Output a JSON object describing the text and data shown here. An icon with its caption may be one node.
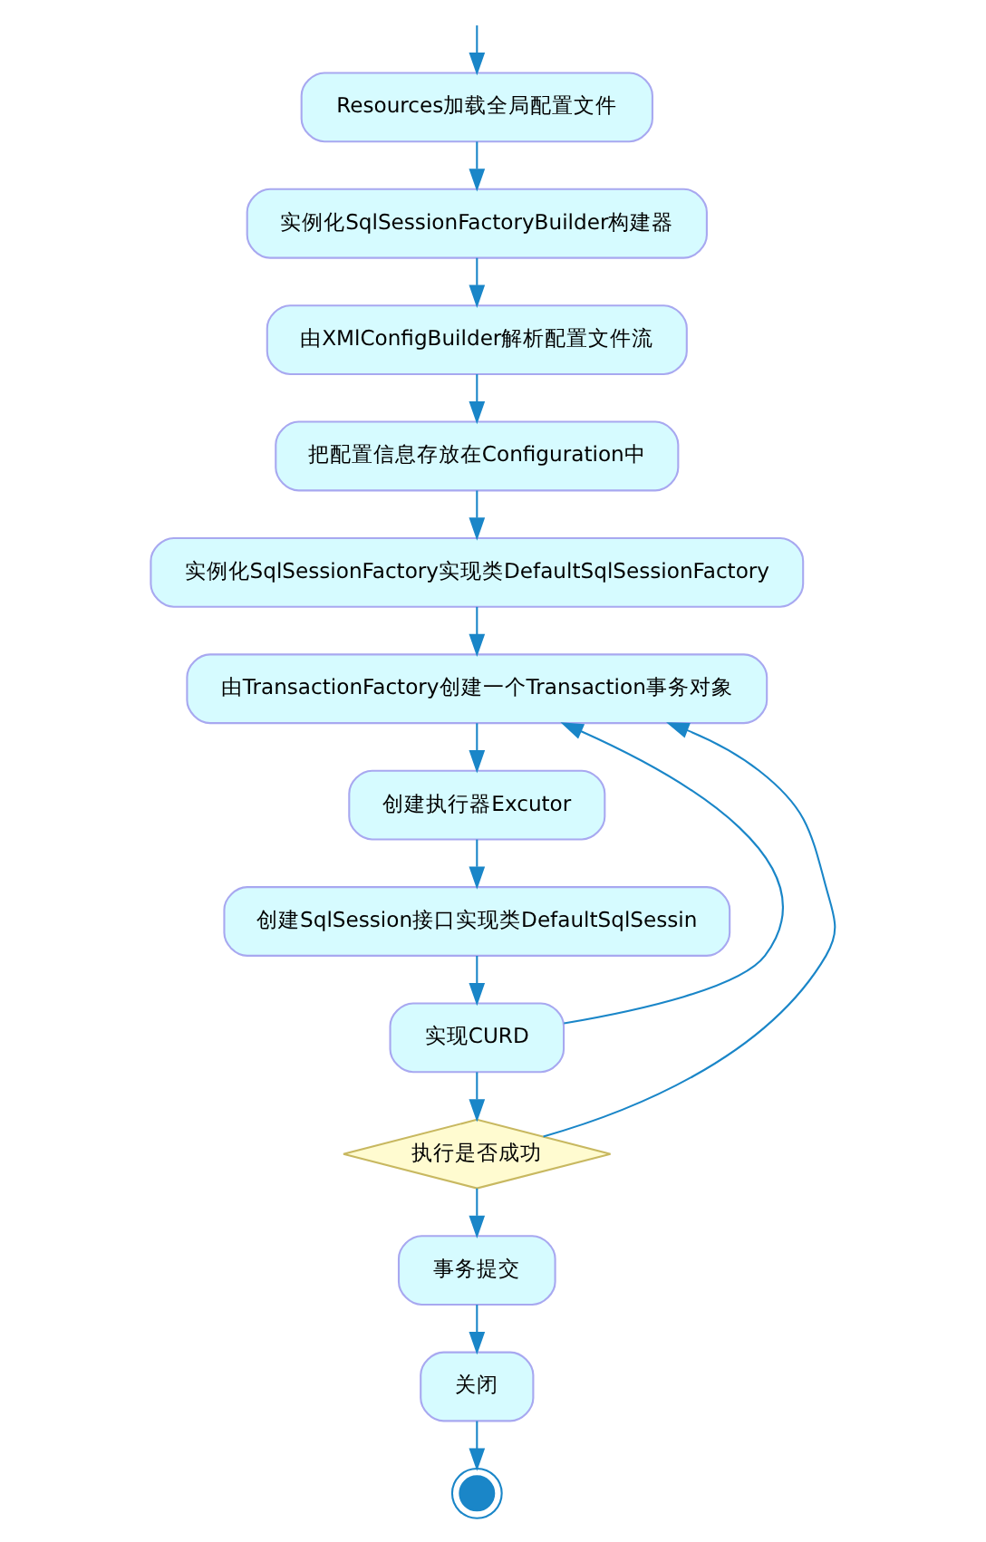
{
  "diagram": {
    "nodes": [
      {
        "text": [
          "Resources加载全局配置文件"
        ]
      },
      {
        "text": [
          "实例化SqlSessionFactoryBuilder构建器"
        ]
      },
      {
        "text": [
          "由XMlConfigBuilder解析配置文件流"
        ]
      },
      {
        "text": [
          "把配置信息存放在Configuration中"
        ]
      },
      {
        "text": [
          "实例化SqlSessionFactory实现类DefaultSqlSessionFactory"
        ]
      },
      {
        "text": [
          "由TransactionFactory创建一个Transaction事务对象"
        ]
      },
      {
        "text": [
          "创建执行器Excutor"
        ]
      },
      {
        "text": [
          "创建SqlSession接口实现类DefaultSqlSessin"
        ]
      },
      {
        "text": [
          "实现CURD"
        ]
      },
      {
        "text": [
          "执行是否成功"
        ]
      },
      {
        "text": [
          "事务提交"
        ]
      },
      {
        "text": [
          "关闭"
        ]
      },
      {
        "text": [],
        "shape": "circle"
      }
    ],
    "edges": [
      {
        "from": null,
        "to": 0,
        "arrow": "to"
      },
      {
        "from": 0,
        "to": 1,
        "arrow": "to"
      },
      {
        "from": 1,
        "to": 2,
        "arrow": "to"
      },
      {
        "from": 2,
        "to": 3,
        "arrow": "to"
      },
      {
        "from": 3,
        "to": 4,
        "arrow": "to"
      },
      {
        "from": 4,
        "to": 5,
        "arrow": "to"
      },
      {
        "from": 5,
        "to": 6,
        "arrow": "to"
      },
      {
        "from": 6,
        "to": 7,
        "arrow": "to"
      },
      {
        "from": 7,
        "to": 8,
        "arrow": "to"
      },
      {
        "from": 8,
        "to": 9,
        "arrow": "to"
      },
      {
        "from": 9,
        "to": 5,
        "arrow": "to"
      },
      {
        "from": 8,
        "to": 5,
        "arrow": "to"
      },
      {
        "from": 9,
        "to": 10,
        "arrow": "to"
      },
      {
        "from": 10,
        "to": 11,
        "arrow": "to"
      },
      {
        "from": 11,
        "to": 12,
        "arrow": "to"
      }
    ]
  }
}
